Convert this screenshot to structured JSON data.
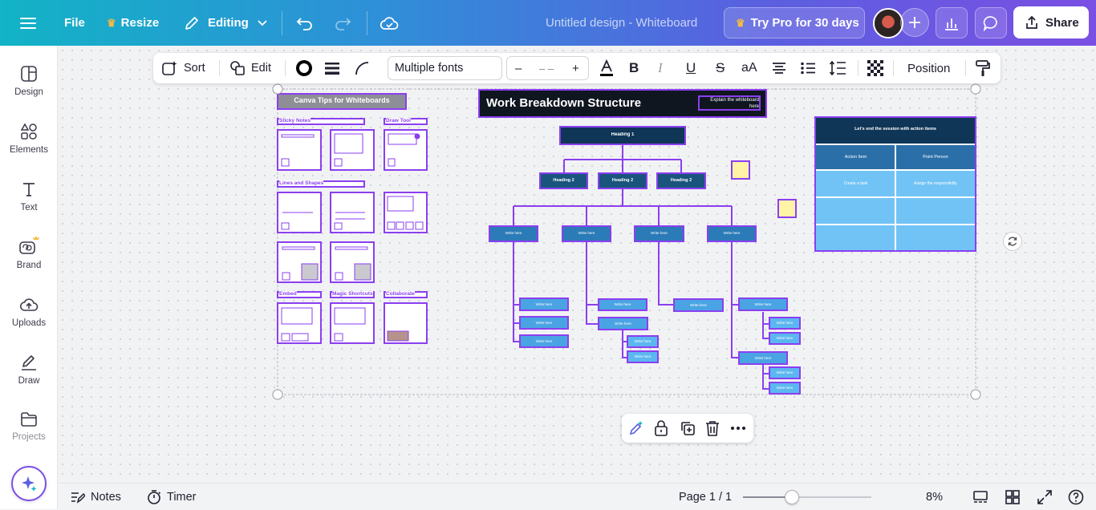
{
  "topbar": {
    "file": "File",
    "resize": "Resize",
    "editing": "Editing",
    "doc_title": "Untitled design - Whiteboard",
    "try_pro": "Try Pro for 30 days",
    "share": "Share"
  },
  "sidebar": {
    "items": [
      {
        "label": "Design",
        "icon": "design-icon"
      },
      {
        "label": "Elements",
        "icon": "elements-icon"
      },
      {
        "label": "Text",
        "icon": "text-icon"
      },
      {
        "label": "Brand",
        "icon": "brand-icon"
      },
      {
        "label": "Uploads",
        "icon": "uploads-icon"
      },
      {
        "label": "Draw",
        "icon": "draw-icon"
      },
      {
        "label": "Projects",
        "icon": "projects-icon"
      }
    ]
  },
  "toolbar": {
    "sort": "Sort",
    "edit": "Edit",
    "font": "Multiple fonts",
    "minus": "–",
    "size": "– –",
    "plus": "+",
    "position": "Position"
  },
  "board": {
    "tips": {
      "title": "Canva Tips for Whiteboards",
      "sticky_notes": "Sticky Notes",
      "draw_tool": "Draw Tool",
      "lines_shapes": "Lines and Shapes",
      "embed": "Embed",
      "magic_shortcuts": "Magic Shortcuts",
      "collaborate": "Collaborate"
    },
    "wbs": {
      "title": "Work Breakdown Structure",
      "explain": "Explain the whiteboard here",
      "heading1": "Heading 1",
      "heading2": "Heading 2",
      "write": "Write here"
    },
    "action": {
      "title": "Let's end the session with action items",
      "col1": "Action Item",
      "col2": "Point Person",
      "row1_c1": "Create a task",
      "row1_c2": "Assign the responsibility"
    }
  },
  "bottom": {
    "notes": "Notes",
    "timer": "Timer",
    "page": "Page 1 / 1",
    "zoom": "8%",
    "zoom_fraction": 0.38
  },
  "colors": {
    "purple": "#8b3ff0",
    "navy": "#0f3557",
    "teal": "#2b7bb8",
    "sky": "#5bb7f0",
    "light_sky": "#72c3f5",
    "sticky": "#fff3a6"
  }
}
